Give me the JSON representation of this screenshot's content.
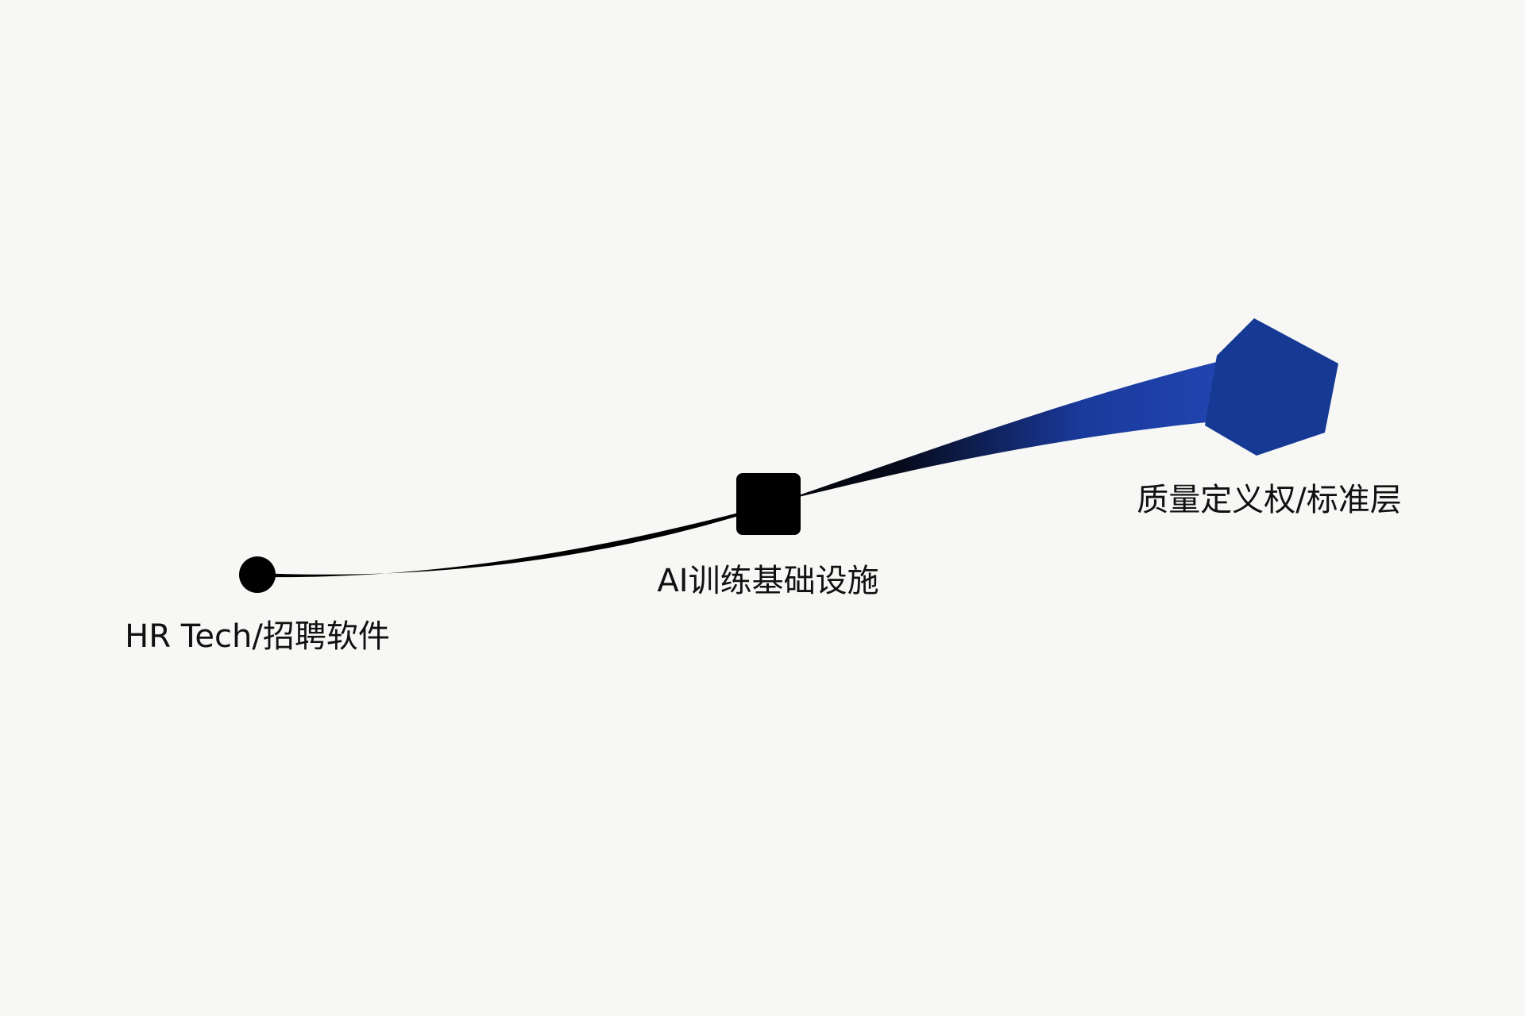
{
  "stages": [
    {
      "label": "HR Tech/招聘软件",
      "marker": "circle",
      "color": "#000000"
    },
    {
      "label": "AI训练基础设施",
      "marker": "square",
      "color": "#000000"
    },
    {
      "label": "质量定义权/标准层",
      "marker": "hexagon",
      "color": "#163a94"
    }
  ],
  "colors": {
    "background": "#f7f7f5",
    "path_start": "#000000",
    "path_end": "#1e42a8",
    "text": "#111111"
  }
}
